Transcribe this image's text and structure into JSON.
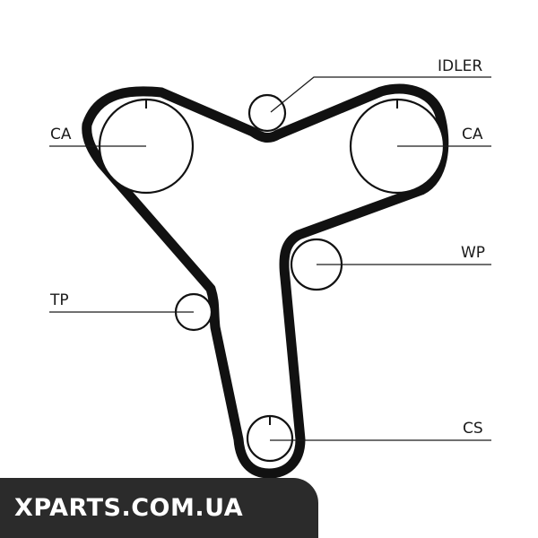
{
  "labels": {
    "idler": "IDLER",
    "ca_left": "CA",
    "ca_right": "CA",
    "wp": "WP",
    "tp": "TP",
    "cs": "CS"
  },
  "watermark": "XPARTS.COM.UA",
  "colors": {
    "line": "#111111",
    "banner": "#2b2b2b",
    "banner_text": "#ffffff"
  }
}
